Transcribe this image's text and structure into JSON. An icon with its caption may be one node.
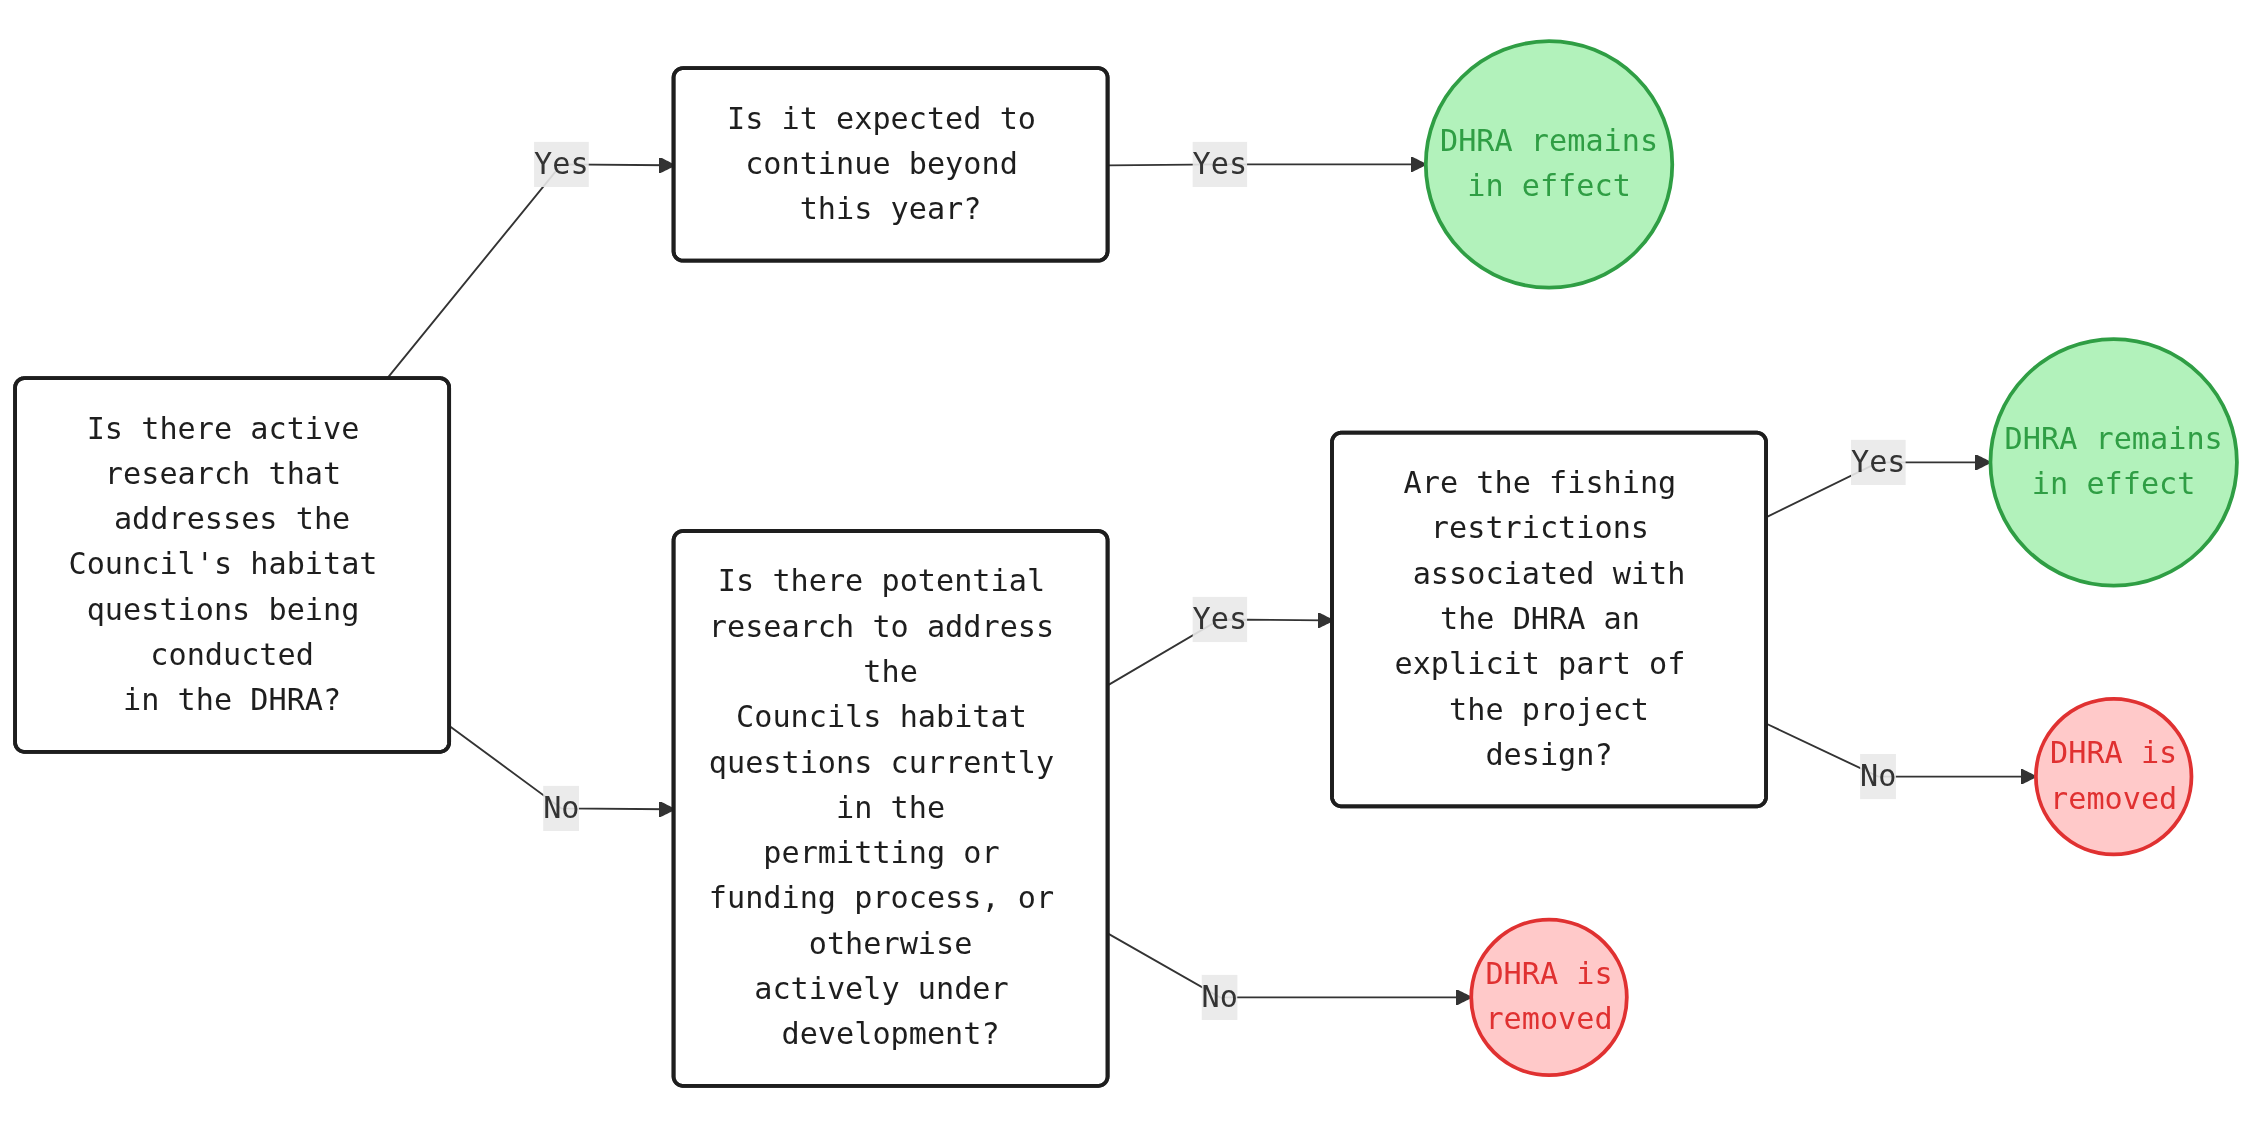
{
  "diagram": {
    "nodes": [
      {
        "text": [
          "Is there active research that addresses the Council's habitat questions being conducted in the DHRA?"
        ]
      },
      {
        "text": [
          "Is it expected to continue beyond this year?"
        ]
      },
      {
        "text": [
          "DHRA remains in effect"
        ]
      },
      {
        "text": [
          "Is there potential research to address the Councils habitat questions currently in the permitting or funding process, or otherwise actively under development?"
        ]
      },
      {
        "text": [
          "Are the fishing restrictions associated with the DHRA an explicit part of the project design?"
        ]
      },
      {
        "text": [
          "DHRA remains in effect"
        ]
      },
      {
        "text": [
          "DHRA is removed"
        ]
      },
      {
        "text": [
          "DHRA is removed"
        ]
      }
    ],
    "edges": [
      {
        "from": 0,
        "to": 1,
        "arrow": "to",
        "label": "Yes"
      },
      {
        "from": 1,
        "to": 2,
        "arrow": "to",
        "label": "Yes"
      },
      {
        "from": 0,
        "to": 3,
        "arrow": "to",
        "label": "No"
      },
      {
        "from": 3,
        "to": 4,
        "arrow": "to",
        "label": "Yes"
      },
      {
        "from": 4,
        "to": 5,
        "arrow": "to",
        "label": "Yes"
      },
      {
        "from": 3,
        "to": 6,
        "arrow": "to",
        "label": "No"
      },
      {
        "from": 4,
        "to": 7,
        "arrow": "to",
        "label": "No"
      }
    ]
  }
}
